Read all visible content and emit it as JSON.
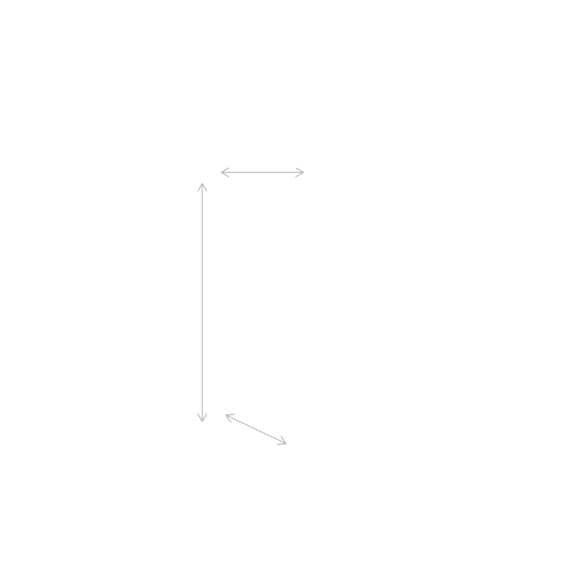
{
  "diagram": {
    "background_color": "#ffffff",
    "arrow_color": "#b3b3b3",
    "arrows": [
      {
        "name": "horizontal-double-arrow",
        "style": "double-headed"
      },
      {
        "name": "vertical-double-arrow",
        "style": "double-headed"
      },
      {
        "name": "diagonal-double-arrow",
        "style": "double-headed"
      }
    ]
  }
}
